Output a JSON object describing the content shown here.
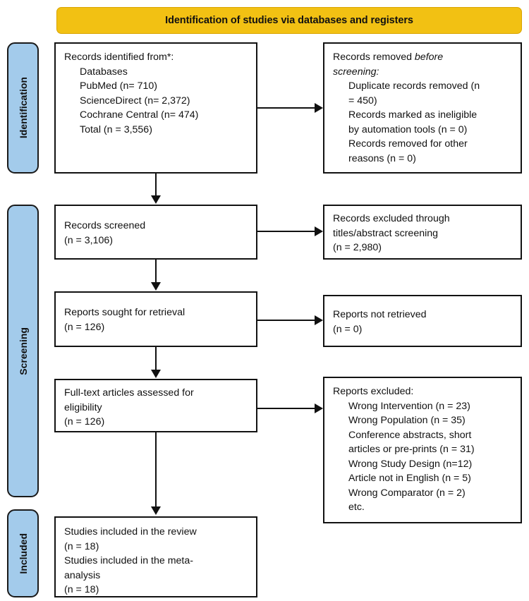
{
  "banner": {
    "title": "Identification of studies via databases and registers"
  },
  "phases": [
    {
      "id": "identification",
      "label": "Identification"
    },
    {
      "id": "screening",
      "label": "Screening"
    },
    {
      "id": "included",
      "label": "Included"
    }
  ],
  "boxes": {
    "records_identified": {
      "lines": [
        {
          "text": "Records identified from*:",
          "indent": false
        },
        {
          "text": "Databases",
          "indent": true
        },
        {
          "text": "PubMed (n= 710)",
          "indent": true
        },
        {
          "text": "ScienceDirect (n= 2,372)",
          "indent": true
        },
        {
          "text": "Cochrane Central (n= 474)",
          "indent": true
        },
        {
          "text": "Total (n = 3,556)",
          "indent": true
        }
      ]
    },
    "records_removed": {
      "lines": [
        {
          "text": "Records removed before",
          "indent": false
        },
        {
          "text": "screening:",
          "indent": false,
          "italic": true
        },
        {
          "text": "Duplicate records removed (n",
          "indent": true
        },
        {
          "text": "= 450)",
          "indent": true
        },
        {
          "text": "Records marked as ineligible",
          "indent": true
        },
        {
          "text": "by automation tools (n = 0)",
          "indent": true
        },
        {
          "text": "Records removed for other",
          "indent": true
        },
        {
          "text": "reasons (n = 0)",
          "indent": true
        }
      ]
    },
    "records_screened": {
      "lines": [
        {
          "text": "Records screened",
          "indent": false
        },
        {
          "text": "(n = 3,106)",
          "indent": false
        }
      ]
    },
    "records_excluded": {
      "lines": [
        {
          "text": "Records excluded through",
          "indent": false
        },
        {
          "text": "titles/abstract screening",
          "indent": false
        },
        {
          "text": "(n = 2,980)",
          "indent": false
        }
      ]
    },
    "reports_sought": {
      "lines": [
        {
          "text": "Reports sought for retrieval",
          "indent": false
        },
        {
          "text": "(n = 126)",
          "indent": false
        }
      ]
    },
    "reports_not_retrieved": {
      "lines": [
        {
          "text": "Reports not retrieved",
          "indent": false
        },
        {
          "text": "(n = 0)",
          "indent": false
        }
      ]
    },
    "fulltext_assessed": {
      "lines": [
        {
          "text": "Full-text articles assessed for",
          "indent": false
        },
        {
          "text": "eligibility",
          "indent": false
        },
        {
          "text": "(n = 126)",
          "indent": false
        }
      ]
    },
    "reports_excluded": {
      "lines": [
        {
          "text": "Reports excluded:",
          "indent": false
        },
        {
          "text": "Wrong Intervention (n = 23)",
          "indent": true
        },
        {
          "text": "Wrong Population (n = 35)",
          "indent": true
        },
        {
          "text": "Conference abstracts, short",
          "indent": true
        },
        {
          "text": "articles or pre-prints (n = 31)",
          "indent": true
        },
        {
          "text": "Wrong Study Design (n=12)",
          "indent": true
        },
        {
          "text": "Article not in English (n = 5)",
          "indent": true
        },
        {
          "text": "Wrong Comparator (n = 2)",
          "indent": true
        },
        {
          "text": "etc.",
          "indent": true
        }
      ]
    },
    "studies_included": {
      "lines": [
        {
          "text": "Studies included in the review",
          "indent": false
        },
        {
          "text": "(n = 18)",
          "indent": false
        },
        {
          "text": "Studies included in the meta-",
          "indent": false
        },
        {
          "text": "analysis",
          "indent": false
        },
        {
          "text": "(n = 18)",
          "indent": false
        }
      ]
    }
  },
  "chart_data": {
    "type": "diagram",
    "title": "Identification of studies via databases and registers",
    "flow": [
      {
        "stage": "Records identified",
        "n": 3556,
        "sources": [
          {
            "name": "PubMed",
            "n": 710
          },
          {
            "name": "ScienceDirect",
            "n": 2372
          },
          {
            "name": "Cochrane Central",
            "n": 474
          }
        ]
      },
      {
        "stage": "Records removed before screening",
        "duplicates": 450,
        "ineligible_by_automation": 0,
        "other_reasons": 0
      },
      {
        "stage": "Records screened",
        "n": 3106
      },
      {
        "stage": "Records excluded through titles/abstract screening",
        "n": 2980
      },
      {
        "stage": "Reports sought for retrieval",
        "n": 126
      },
      {
        "stage": "Reports not retrieved",
        "n": 0
      },
      {
        "stage": "Full-text articles assessed for eligibility",
        "n": 126
      },
      {
        "stage": "Reports excluded",
        "reasons": [
          {
            "reason": "Wrong Intervention",
            "n": 23
          },
          {
            "reason": "Wrong Population",
            "n": 35
          },
          {
            "reason": "Conference abstracts, short articles or pre-prints",
            "n": 31
          },
          {
            "reason": "Wrong Study Design",
            "n": 12
          },
          {
            "reason": "Article not in English",
            "n": 5
          },
          {
            "reason": "Wrong Comparator",
            "n": 2
          }
        ]
      },
      {
        "stage": "Studies included in the review",
        "n": 18
      },
      {
        "stage": "Studies included in the meta-analysis",
        "n": 18
      }
    ]
  },
  "colors": {
    "banner": "#F2C113",
    "phase_tab": "#A3CBEB",
    "border": "#121212",
    "text": "#111111"
  }
}
